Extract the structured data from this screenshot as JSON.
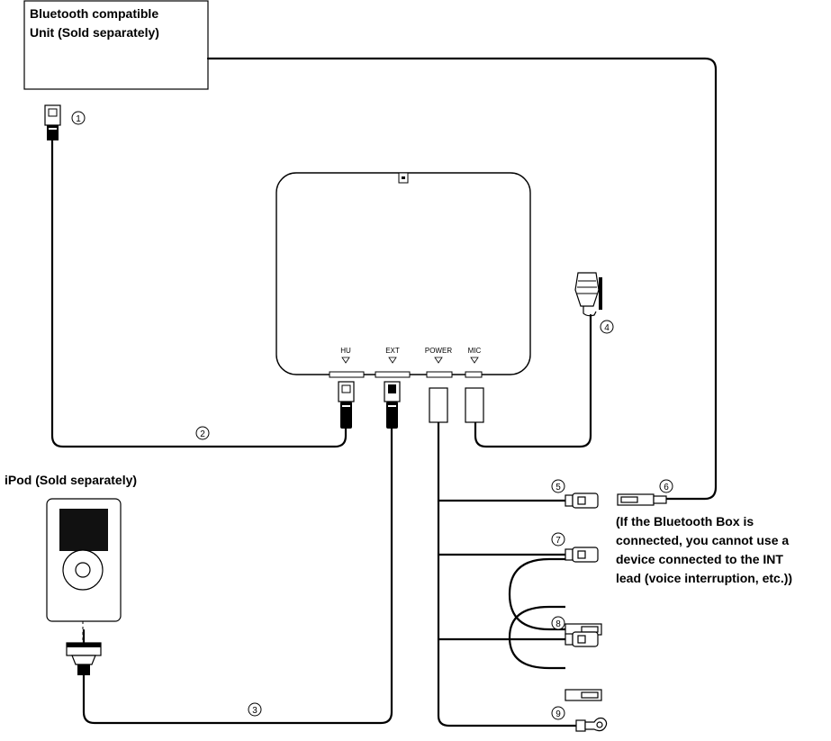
{
  "labels": {
    "bt_unit_line1": "Bluetooth compatible",
    "bt_unit_line2": "Unit (Sold separately)",
    "ipod": "iPod (Sold separately)",
    "note_line1": "(If the Bluetooth Box is",
    "note_line2": "connected, you cannot use a",
    "note_line3": "device connected to the INT",
    "note_line4": "lead (voice interruption, etc.))"
  },
  "ports": {
    "hu": "HU",
    "ext": "EXT",
    "power": "POWER",
    "mic": "MIC"
  },
  "callouts": {
    "c1": "1",
    "c2": "2",
    "c3": "3",
    "c4": "4",
    "c5": "5",
    "c6": "6",
    "c7": "7",
    "c8": "8",
    "c9": "9"
  }
}
